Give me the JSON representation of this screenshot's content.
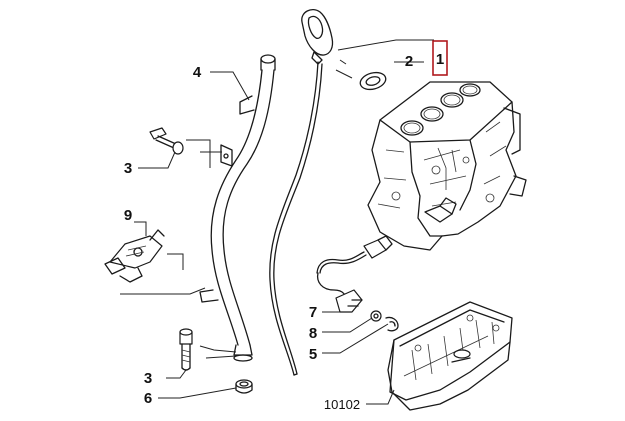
{
  "diagram": {
    "reference_code": "10102",
    "highlight_color": "#b0191e",
    "callouts": [
      {
        "id": "c1",
        "label": "1",
        "highlighted": true
      },
      {
        "id": "c2",
        "label": "2",
        "highlighted": false
      },
      {
        "id": "c3a",
        "label": "3",
        "highlighted": false
      },
      {
        "id": "c3b",
        "label": "3",
        "highlighted": false
      },
      {
        "id": "c4",
        "label": "4",
        "highlighted": false
      },
      {
        "id": "c5",
        "label": "5",
        "highlighted": false
      },
      {
        "id": "c6",
        "label": "6",
        "highlighted": false
      },
      {
        "id": "c7",
        "label": "7",
        "highlighted": false
      },
      {
        "id": "c8",
        "label": "8",
        "highlighted": false
      },
      {
        "id": "c9",
        "label": "9",
        "highlighted": false
      }
    ]
  }
}
